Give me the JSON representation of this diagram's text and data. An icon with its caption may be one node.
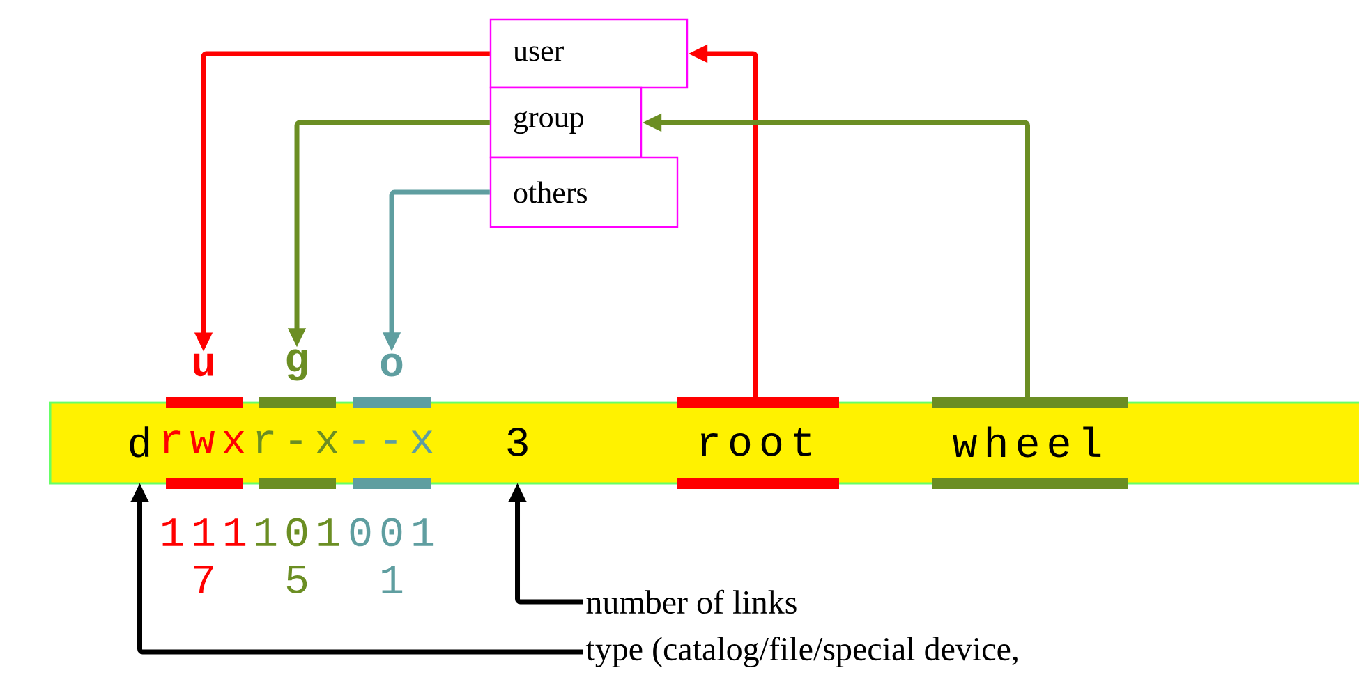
{
  "diagram": {
    "nodes": [
      {
        "text": [
          "user"
        ]
      },
      {
        "text": [
          "group"
        ]
      },
      {
        "text": [
          "others"
        ]
      },
      {
        "text": [
          "u"
        ]
      },
      {
        "text": [
          "g"
        ]
      },
      {
        "text": [
          "o"
        ]
      },
      {
        "text": [],
        "shape": "bar"
      },
      {
        "text": [
          "d"
        ],
        "in": 6
      },
      {
        "text": [
          "rwx"
        ],
        "in": 6
      },
      {
        "text": [
          "r-x"
        ],
        "in": 6
      },
      {
        "text": [
          "--x"
        ],
        "in": 6
      },
      {
        "text": [
          "3"
        ],
        "in": 6
      },
      {
        "text": [
          "root"
        ],
        "in": 6
      },
      {
        "text": [
          "wheel"
        ],
        "in": 6
      },
      {
        "text": [
          "number of links"
        ]
      },
      {
        "text": [
          "type (catalog/file/special device,"
        ]
      }
    ],
    "edges": [
      {
        "from": 0,
        "to": 3,
        "arrow": "to",
        "color": "#ff0000"
      },
      {
        "from": 1,
        "to": 4,
        "arrow": "to",
        "color": "#6b8e23"
      },
      {
        "from": 2,
        "to": 5,
        "arrow": "to",
        "color": "#5f9ea0"
      },
      {
        "from": 12,
        "to": 0,
        "arrow": "to",
        "color": "#ff0000"
      },
      {
        "from": 13,
        "to": 1,
        "arrow": "to",
        "color": "#6b8e23"
      },
      {
        "from": 14,
        "to": 11,
        "arrow": "to",
        "color": "#000000"
      },
      {
        "from": 15,
        "to": 7,
        "arrow": "to",
        "color": "#000000"
      }
    ],
    "labels": [
      "111",
      "101",
      "001",
      "7",
      "5",
      "1"
    ]
  }
}
